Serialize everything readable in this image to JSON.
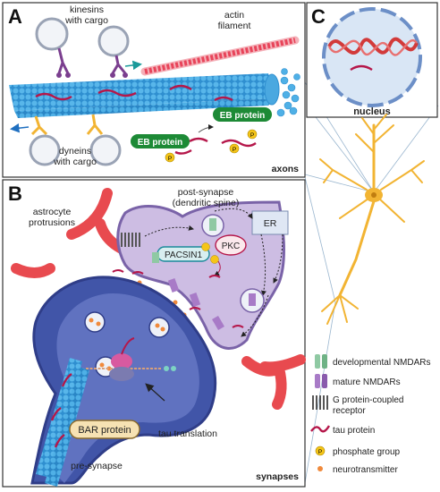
{
  "panels": {
    "a": {
      "letter": "A",
      "caption": "axons"
    },
    "b": {
      "letter": "B",
      "caption": "synapses"
    },
    "c": {
      "letter": "C",
      "caption": "nucleus"
    }
  },
  "panel_a": {
    "kinesins_1": "kinesins",
    "kinesins_2": "with cargo",
    "actin_1": "actin",
    "actin_2": "filament",
    "dyneins_1": "dyneins",
    "dyneins_2": "with cargo",
    "eb_protein": "EB protein",
    "phospho": "P"
  },
  "panel_b": {
    "astro_1": "astrocyte",
    "astro_2": "protrusions",
    "post_1": "post-synapse",
    "post_2": "(dendritic spine)",
    "er": "ER",
    "pkc": "PKC",
    "pacsin": "PACSIN1",
    "bar": "BAR protein",
    "tau_translation": "tau translation",
    "pre": "pre-synapse"
  },
  "legend": [
    {
      "label": "developmental NMDARs",
      "icon": "developmental-nmdar-icon",
      "color": "#8fc9a3"
    },
    {
      "label": "mature NMDARs",
      "icon": "mature-nmdar-icon",
      "color": "#a87bc7"
    },
    {
      "label": "G protein-coupled",
      "label2": "receptor",
      "icon": "gpcr-icon",
      "color": "#555555"
    },
    {
      "label": "tau protein",
      "icon": "tau-protein-icon",
      "color": "#b5174a"
    },
    {
      "label": "phosphate group",
      "icon": "phosphate-icon",
      "color": "#f5c518"
    },
    {
      "label": "neurotransmitter",
      "icon": "neurotransmitter-icon",
      "color": "#f08a3c"
    }
  ],
  "colors": {
    "microtubule": "#3aa0db",
    "actin": "#e8445a",
    "tau": "#b5174a",
    "eb": "#1d8a36",
    "presynapse": "#3f4fa8",
    "postsynapse": "#c9b6e0",
    "astrocyte": "#e84a4f",
    "neuron": "#f2b433"
  }
}
